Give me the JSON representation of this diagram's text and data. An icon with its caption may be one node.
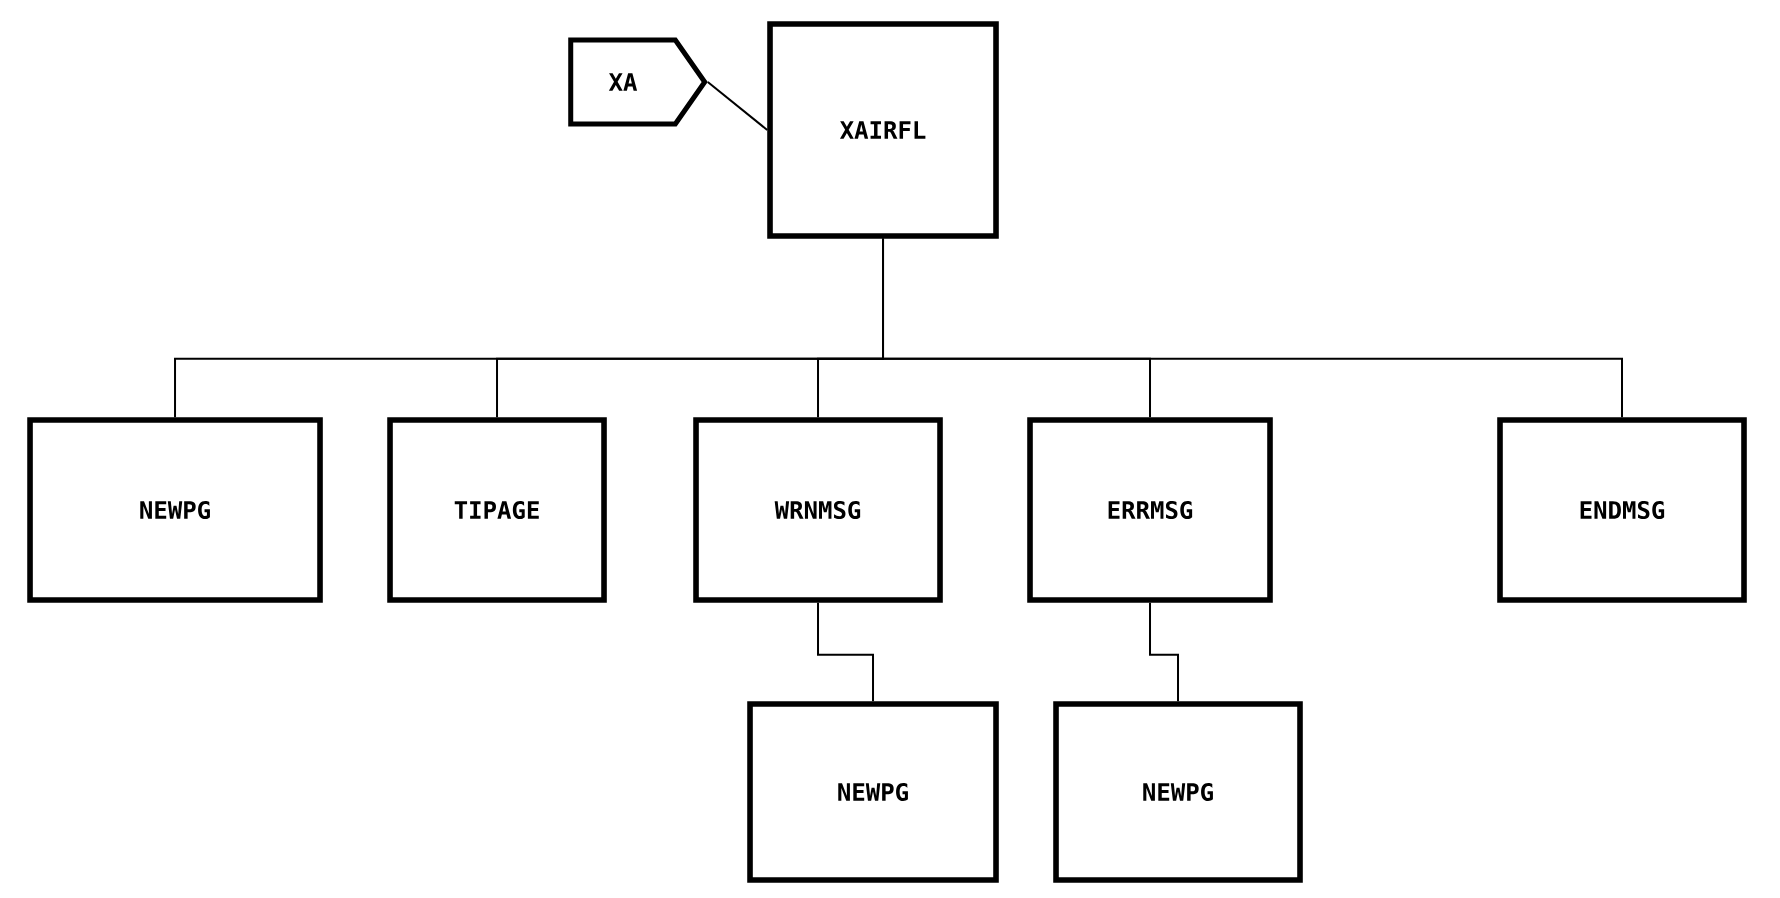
{
  "diagram": {
    "nodes": [
      {
        "text": [
          "XA"
        ]
      },
      {
        "text": [
          "XAIRFL"
        ]
      },
      {
        "text": [
          "NEWPG"
        ]
      },
      {
        "text": [
          "TIPAGE"
        ]
      },
      {
        "text": [
          "WRNMSG"
        ]
      },
      {
        "text": [
          "ERRMSG"
        ]
      },
      {
        "text": [
          "ENDMSG"
        ]
      },
      {
        "text": [
          "NEWPG"
        ]
      },
      {
        "text": [
          "NEWPG"
        ]
      }
    ],
    "edges": [
      {
        "from": 0,
        "to": 1,
        "arrow": "none"
      },
      {
        "from": 1,
        "to": 2,
        "arrow": "none"
      },
      {
        "from": 1,
        "to": 3,
        "arrow": "none"
      },
      {
        "from": 1,
        "to": 4,
        "arrow": "none"
      },
      {
        "from": 1,
        "to": 5,
        "arrow": "none"
      },
      {
        "from": 1,
        "to": 6,
        "arrow": "none"
      },
      {
        "from": 4,
        "to": 7,
        "arrow": "none"
      },
      {
        "from": 5,
        "to": 8,
        "arrow": "none"
      }
    ]
  }
}
